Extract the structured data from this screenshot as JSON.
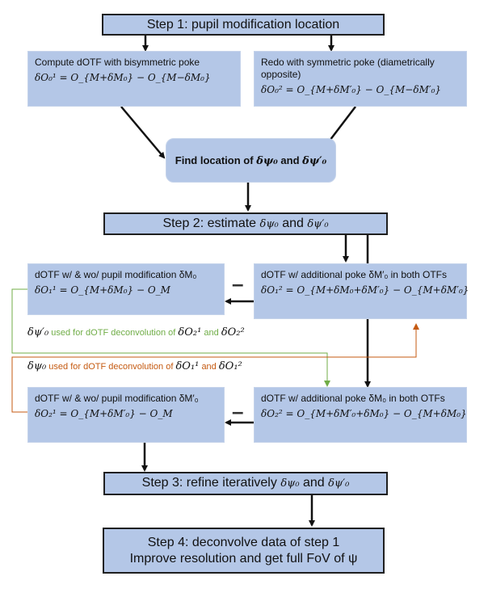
{
  "step1": "Step 1: pupil modification location",
  "box_left_top": {
    "title": "Compute dOTF with bisymmetric poke",
    "eq": "δO₀¹ = O_{M+δM₀} − O_{M−δM₀}"
  },
  "box_right_top": {
    "title": "Redo with symmetric poke (diametrically opposite)",
    "eq": "δO₀² = O_{M+δM′₀} − O_{M−δM′₀}"
  },
  "find": {
    "prefix": "Find location of",
    "sym1": "δψ₀",
    "and": "and",
    "sym2": "δψ′₀"
  },
  "step2": {
    "prefix": "Step 2: estimate",
    "sym1": "δψ₀",
    "and": "and",
    "sym2": "δψ′₀"
  },
  "box_r1": {
    "title": "dOTF w/ additional poke δM′₀ in both OTFs",
    "eq": "δO₁² = O_{M+δM₀+δM′₀} − O_{M+δM′₀}"
  },
  "box_l1": {
    "title": "dOTF w/ & wo/ pupil modification δM₀",
    "eq": "δO₁¹ = O_{M+δM₀} − O_M"
  },
  "minus": "–",
  "note_green": {
    "sym": "δψ′₀",
    "text": "used for dOTF deconvolution of",
    "a": "δO₂¹",
    "and": "and",
    "b": "δO₂²"
  },
  "note_orange": {
    "sym": "δψ₀",
    "text": "used for dOTF deconvolution of",
    "a": "δO₁¹",
    "and": "and",
    "b": "δO₁²"
  },
  "box_r2": {
    "title": "dOTF w/ additional poke δM₀ in both OTFs",
    "eq": "δO₂² = O_{M+δM′₀+δM₀} − O_{M+δM₀}"
  },
  "box_l2": {
    "title": "dOTF w/ & wo/ pupil modification δM′₀",
    "eq": "δO₂¹ = O_{M+δM′₀} − O_M"
  },
  "step3": {
    "prefix": "Step 3: refine iteratively",
    "sym1": "δψ₀",
    "and": "and",
    "sym2": "δψ′₀"
  },
  "step4": {
    "line1": "Step 4: deconvolve data of step 1",
    "line2": "Improve resolution and get full FoV of ψ"
  },
  "colors": {
    "box_fill": "#b4c7e7",
    "green": "#70ad47",
    "orange": "#c55a11"
  }
}
